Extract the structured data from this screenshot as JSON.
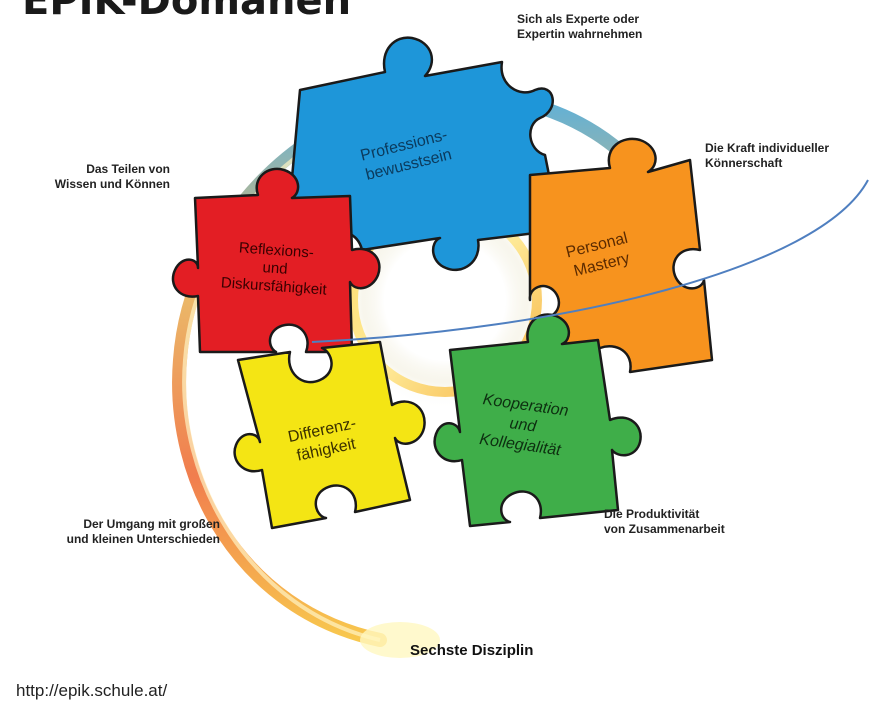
{
  "title": "EPIK-Domänen",
  "descriptions": {
    "professionsbewusstsein": [
      "Sich als Experte oder",
      "Expertin wahrnehmen"
    ],
    "personal_mastery": [
      "Die Kraft individueller",
      "Könnerschaft"
    ],
    "reflexion": [
      "Das Teilen von",
      "Wissen und Können"
    ],
    "differenz": [
      "Der Umgang mit großen",
      "und kleinen Unterschieden"
    ],
    "kooperation": [
      "Die Produktivität",
      "von Zusammenarbeit"
    ]
  },
  "pieces": {
    "professionsbewusstsein": {
      "lines": [
        "Professions-",
        "bewusstsein"
      ],
      "color": "#1e96d9"
    },
    "personal_mastery": {
      "lines": [
        "Personal",
        "Mastery"
      ],
      "color": "#f7931e"
    },
    "reflexion": {
      "lines": [
        "Reflexions-",
        "und",
        "Diskursfähigkeit"
      ],
      "color": "#e31e24"
    },
    "differenz": {
      "lines": [
        "Differenz-",
        "fähigkeit"
      ],
      "color": "#f4e514"
    },
    "kooperation": {
      "lines": [
        "Kooperation",
        "und",
        "Kollegialität"
      ],
      "color": "#3fae49"
    }
  },
  "footer_label": "Sechste Disziplin",
  "url": "http://epik.schule.at/"
}
